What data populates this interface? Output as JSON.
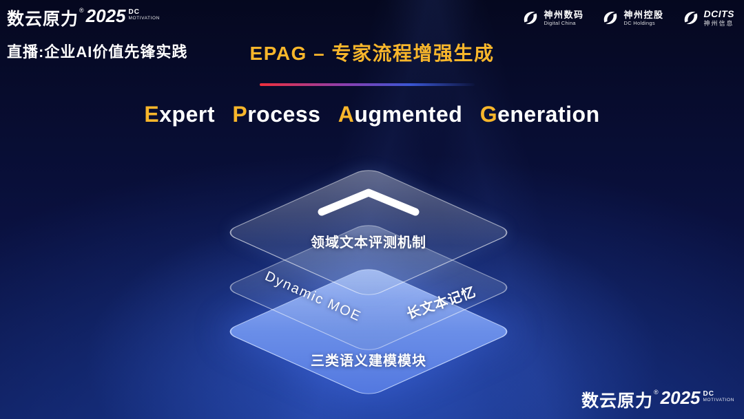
{
  "brand": {
    "name": "数云原力",
    "reg": "®",
    "year": "2025",
    "tag_line1": "DC",
    "tag_line2": "MOTIVATION"
  },
  "header": {
    "live_label": "直播:企业AI价值先锋实践",
    "title": "EPAG – 专家流程增强生成"
  },
  "headline": {
    "words": [
      {
        "initial": "E",
        "rest": "xpert"
      },
      {
        "initial": "P",
        "rest": "rocess"
      },
      {
        "initial": "A",
        "rest": "ugmented"
      },
      {
        "initial": "G",
        "rest": "eneration"
      }
    ]
  },
  "partners": [
    {
      "name": "神州数码",
      "sub": "Digital China"
    },
    {
      "name": "神州控股",
      "sub": "DC Holdings"
    },
    {
      "name": "DCITS",
      "sub": "神州信息"
    }
  ],
  "diagram": {
    "top_layer_label": "领域文本评测机制",
    "middle_layer_label_left": "Dynamic MOE",
    "middle_layer_label_right": "长文本记忆",
    "bottom_layer_label": "三类语义建模模块"
  },
  "colors": {
    "gold": "#f8b62b",
    "divider_red": "#ef2f3c",
    "divider_blue": "#3a56d4",
    "layer_blue": "#6a8ee8",
    "background_navy": "#0a1140"
  }
}
